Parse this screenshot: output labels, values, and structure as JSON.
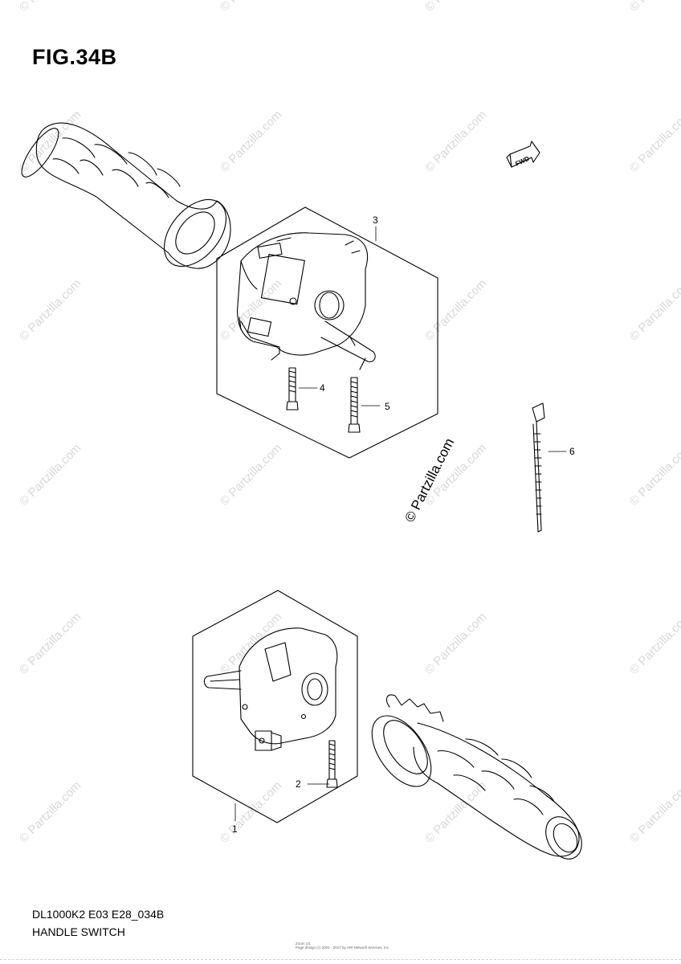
{
  "figure": {
    "title": "FIG.34B"
  },
  "footer": {
    "model_code": "DL1000K2 E03 E28_034B",
    "caption": "HANDLE SWITCH",
    "small_print_1": "Zoom 1/1",
    "small_print_2": "Page design (c) 2001 - 2017 by ARI Network Services, Inc."
  },
  "watermark": {
    "repeated_text": "© Partzilla.com",
    "prominent_text": "© Partzilla.com"
  },
  "arrow_label": "FWD",
  "callouts": [
    {
      "id": "callout-1",
      "label": "1"
    },
    {
      "id": "callout-2",
      "label": "2"
    },
    {
      "id": "callout-3",
      "label": "3"
    },
    {
      "id": "callout-4",
      "label": "4"
    },
    {
      "id": "callout-5",
      "label": "5"
    },
    {
      "id": "callout-6",
      "label": "6"
    }
  ],
  "colors": {
    "line": "#000000",
    "watermark": "#d8d8d8",
    "background": "#ffffff"
  }
}
